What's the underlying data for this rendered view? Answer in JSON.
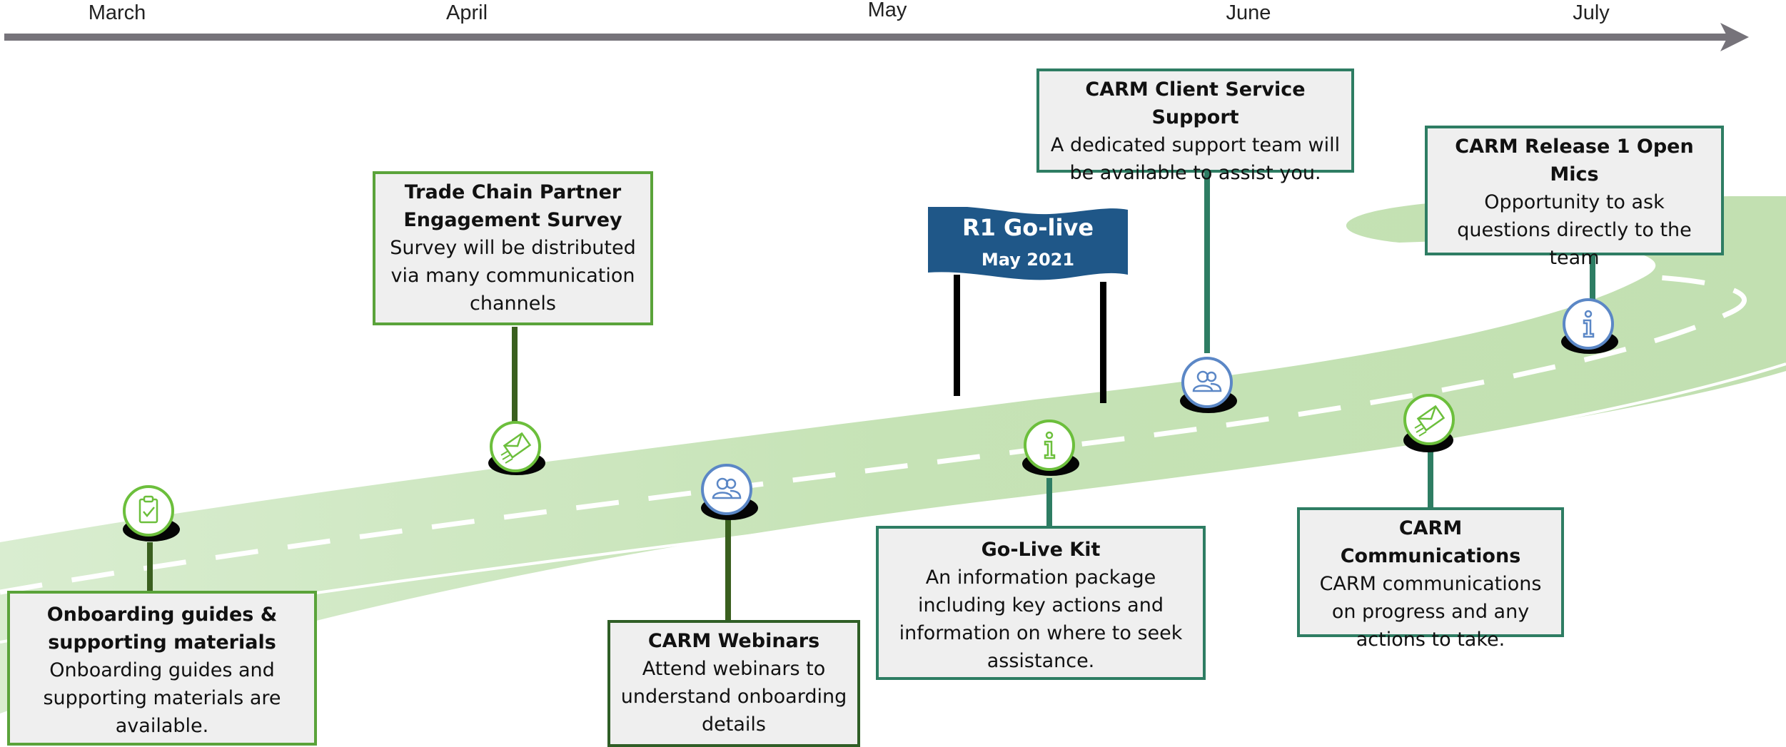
{
  "timeline": {
    "months": [
      "March",
      "April",
      "May",
      "June",
      "July"
    ]
  },
  "milestone_sign": {
    "title": "R1 Go-live",
    "subtitle": "May 2021"
  },
  "items": [
    {
      "title": "Onboarding guides & supporting materials",
      "body": "Onboarding guides and supporting materials are available.",
      "icon": "clipboard-check-icon"
    },
    {
      "title": "Trade Chain Partner Engagement Survey",
      "body": "Survey will be distributed via many communication channels",
      "icon": "envelope-send-icon"
    },
    {
      "title": "CARM Webinars",
      "body": "Attend webinars to understand onboarding details",
      "icon": "people-icon"
    },
    {
      "title": "Go-Live Kit",
      "body": "An information package including key actions and information on where to seek assistance.",
      "icon": "info-icon"
    },
    {
      "title": "CARM Client Service Support",
      "body": "A dedicated support team will be available to assist you.",
      "icon": "people-icon"
    },
    {
      "title": "CARM Communications",
      "body": "CARM communications on progress and any actions to take.",
      "icon": "envelope-send-icon"
    },
    {
      "title": "CARM Release 1 Open Mics",
      "body": "Opportunity to ask questions directly to the team",
      "icon": "info-icon"
    }
  ],
  "colors": {
    "road": "#cde6bf",
    "arrow": "#76737a",
    "teal_border": "#2e7d63",
    "green_border": "#5aa33a",
    "sign": "#1f5788"
  }
}
